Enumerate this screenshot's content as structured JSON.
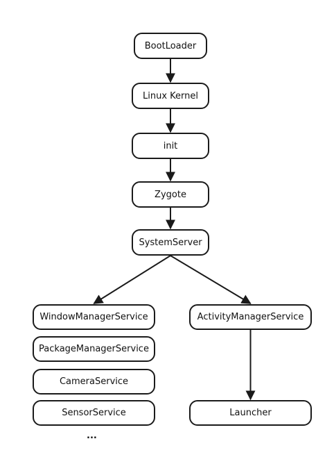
{
  "diagram": {
    "nodes": {
      "bootloader": "BootLoader",
      "linux_kernel": "Linux Kernel",
      "init": "init",
      "zygote": "Zygote",
      "system_server": "SystemServer",
      "window_manager_service": "WindowManagerService",
      "package_manager_service": "PackageManagerService",
      "camera_service": "CameraService",
      "sensor_service": "SensorService",
      "activity_manager_service": "ActivityManagerService",
      "launcher": "Launcher"
    },
    "ellipsis": "...",
    "edges": [
      [
        "bootloader",
        "linux_kernel"
      ],
      [
        "linux_kernel",
        "init"
      ],
      [
        "init",
        "zygote"
      ],
      [
        "zygote",
        "system_server"
      ],
      [
        "system_server",
        "window_manager_service"
      ],
      [
        "system_server",
        "activity_manager_service"
      ],
      [
        "activity_manager_service",
        "launcher"
      ]
    ],
    "colors": {
      "stroke": "#1a1a1a",
      "text": "#111111",
      "background": "#ffffff"
    }
  }
}
